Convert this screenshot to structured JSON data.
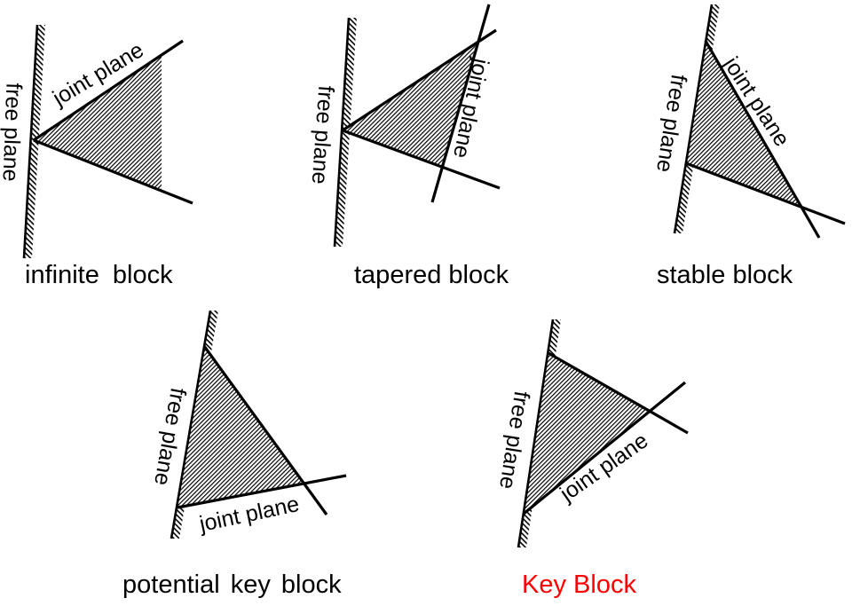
{
  "figure": {
    "background_color": "#ffffff",
    "ink_color": "#000000",
    "key_block_color": "#ff0000",
    "diagrams": [
      {
        "id": "infinite-block",
        "caption": "infinite block",
        "free_plane_label": "free plane",
        "joint_plane_label": "joint plane"
      },
      {
        "id": "tapered-block",
        "caption": "tapered block",
        "free_plane_label": "free plane",
        "joint_plane_label": "joint plane"
      },
      {
        "id": "stable-block",
        "caption": "stable block",
        "free_plane_label": "free plane",
        "joint_plane_label": "joint plane"
      },
      {
        "id": "potential-key-block",
        "caption": "potential key block",
        "free_plane_label": "free plane",
        "joint_plane_label": "joint plane"
      },
      {
        "id": "key-block",
        "caption": "Key Block",
        "free_plane_label": "free plane",
        "joint_plane_label": "joint plane"
      }
    ]
  }
}
